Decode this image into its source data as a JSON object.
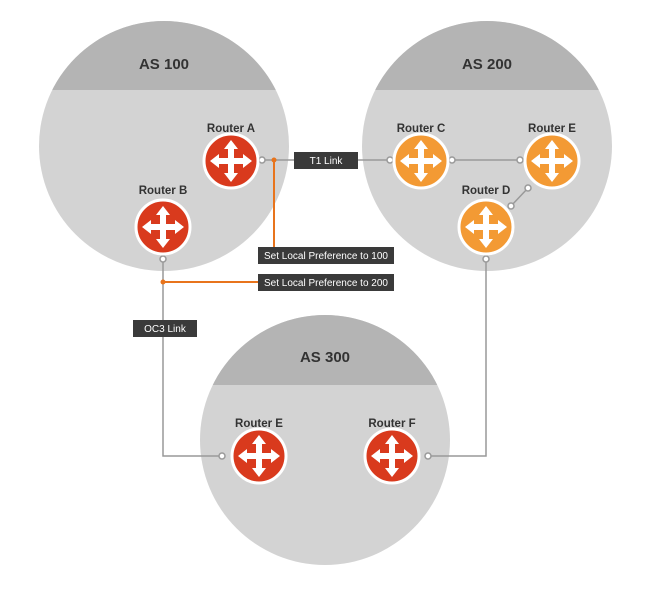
{
  "colors": {
    "as_circle": "#d3d3d3",
    "as_header": "#b4b4b4",
    "router_red": "#d93a1d",
    "router_orange": "#f39a34",
    "router_ring": "#ffffff",
    "link_gray": "#999999",
    "link_orange": "#e8741c",
    "tag_bg": "#3a3a3a",
    "text": "#333333"
  },
  "autonomous_systems": [
    {
      "id": "as100",
      "title": "AS 100"
    },
    {
      "id": "as200",
      "title": "AS 200"
    },
    {
      "id": "as300",
      "title": "AS 300"
    }
  ],
  "routers": [
    {
      "id": "router-a",
      "label": "Router A",
      "color": "red"
    },
    {
      "id": "router-b",
      "label": "Router B",
      "color": "red"
    },
    {
      "id": "router-c",
      "label": "Router C",
      "color": "orange"
    },
    {
      "id": "router-e-as200",
      "label": "Router E",
      "color": "orange"
    },
    {
      "id": "router-d",
      "label": "Router D",
      "color": "orange"
    },
    {
      "id": "router-e-as300",
      "label": "Router E",
      "color": "red"
    },
    {
      "id": "router-f",
      "label": "Router F",
      "color": "red"
    }
  ],
  "links": {
    "t1": "T1 Link",
    "oc3": "OC3 Link"
  },
  "policies": {
    "pref_100": "Set Local Preference to 100",
    "pref_200": "Set Local Preference to 200"
  },
  "icons": {
    "router": "router-arrows-icon"
  }
}
